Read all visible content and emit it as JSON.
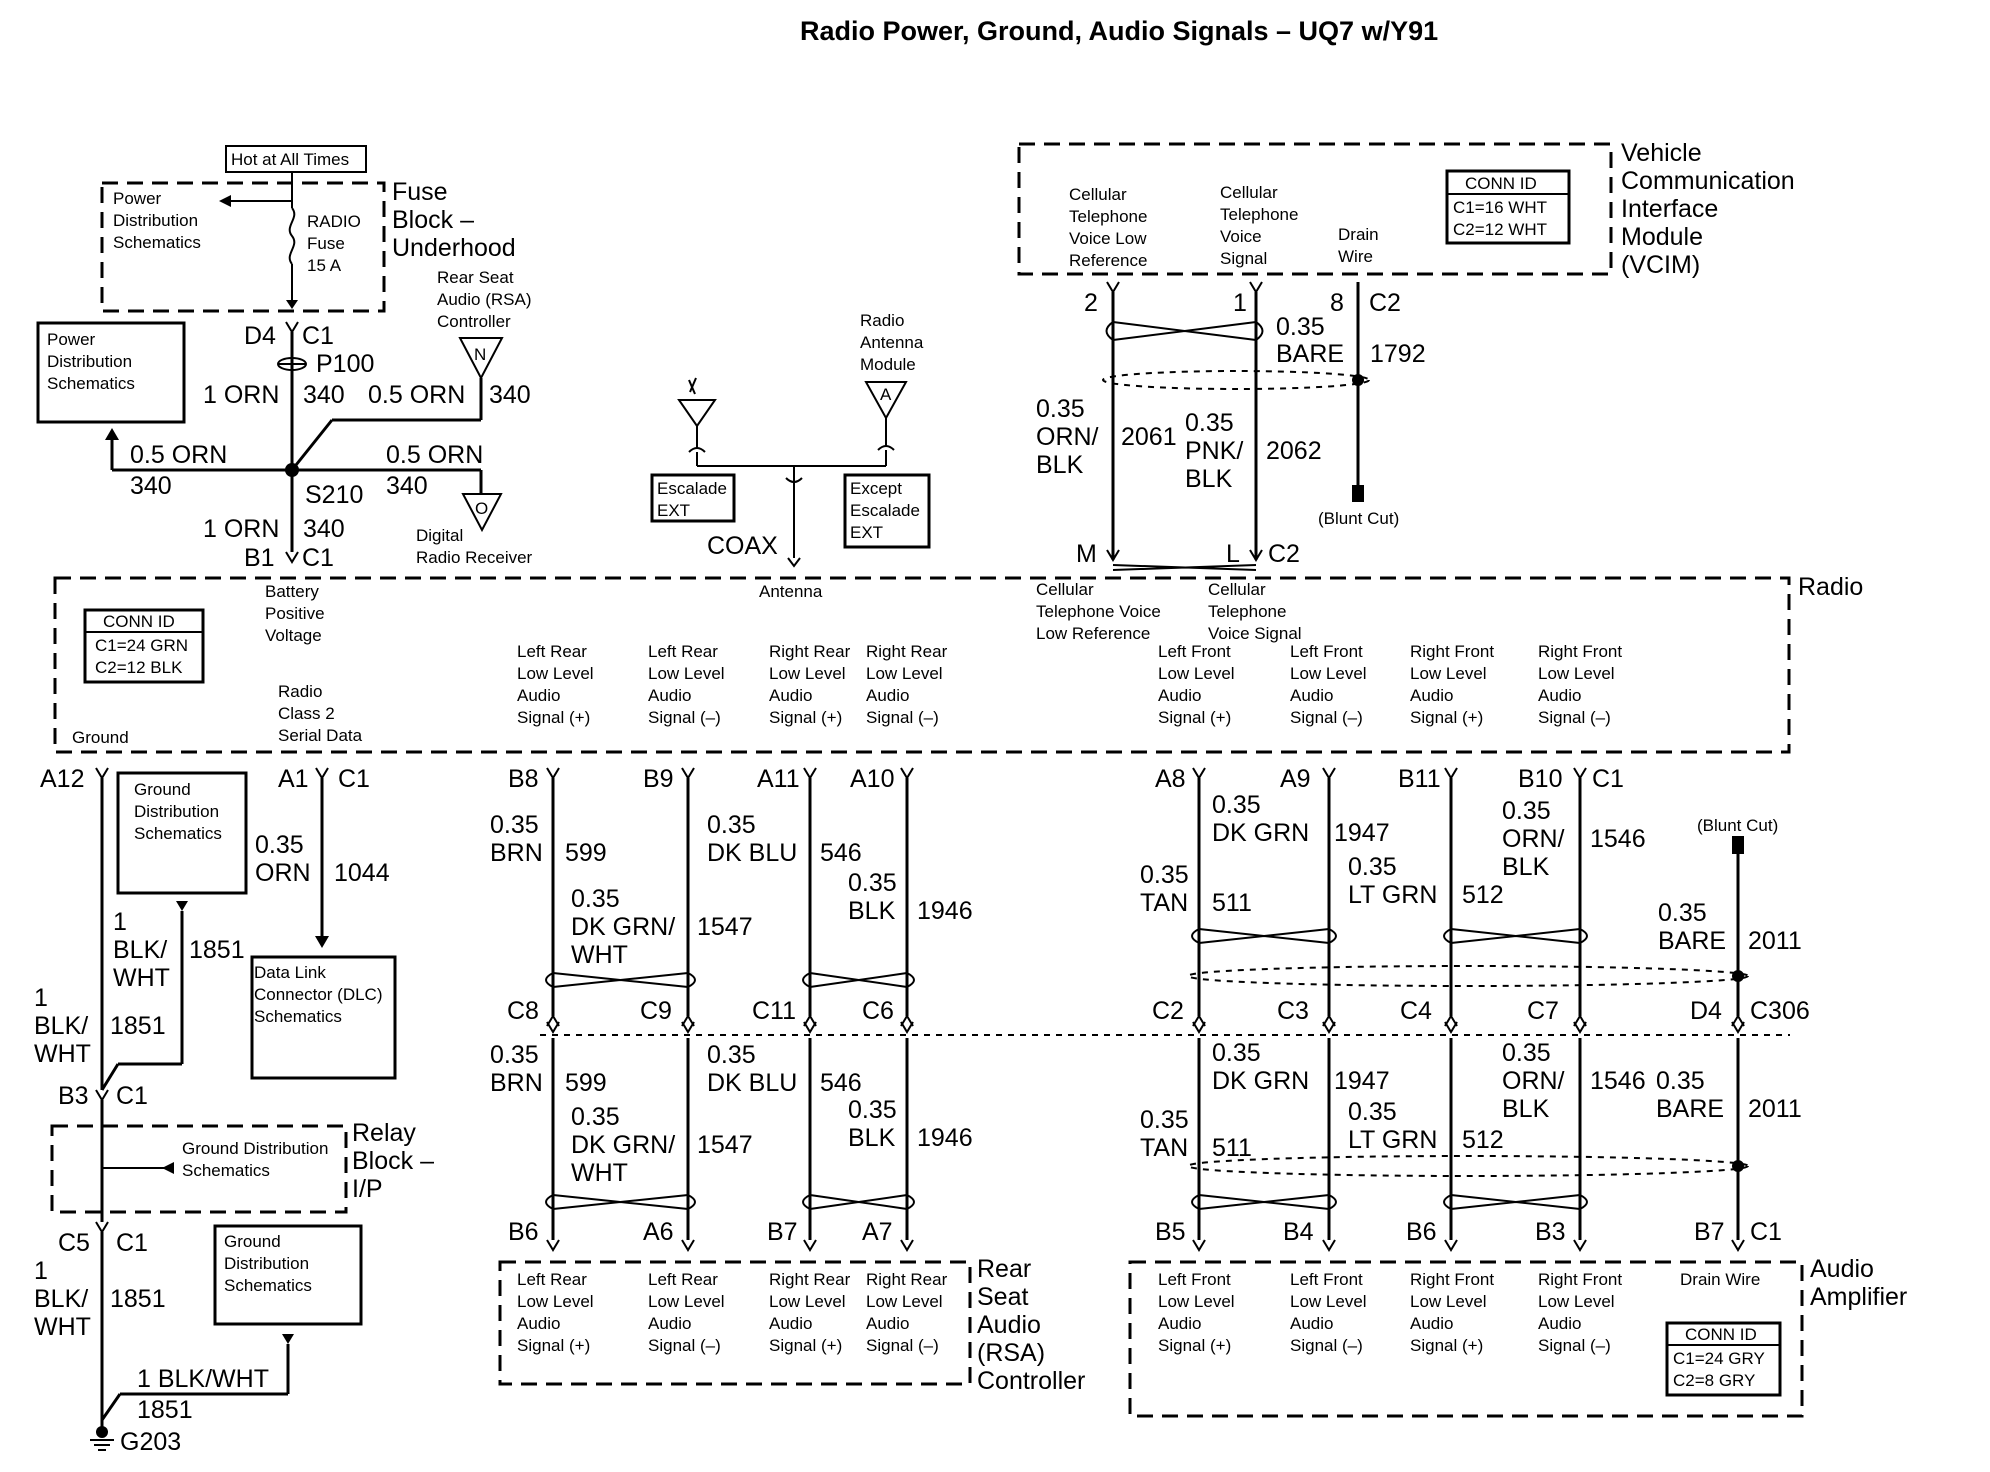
{
  "title": "Radio Power, Ground, Audio Signals – UQ7 w/Y91",
  "power": {
    "hot_label": "Hot at All Times",
    "fuse_pds": [
      "Power",
      "Distribution",
      "Schematics"
    ],
    "fuse_name": [
      "RADIO",
      "Fuse",
      "15 A"
    ],
    "fuse_block": [
      "Fuse",
      "Block –",
      "Underhood"
    ],
    "conn_top": [
      "D4",
      "C1"
    ],
    "p100": "P100",
    "pds_box": [
      "Power",
      "Distribution",
      "Schematics"
    ],
    "w_1orn_a": [
      "1 ORN",
      "340"
    ],
    "w_05orn_n": [
      "0.5 ORN",
      "340"
    ],
    "rsa_ctrl": [
      "Rear Seat",
      "Audio (RSA)",
      "Controller"
    ],
    "n_marker": "N",
    "o_marker": "O",
    "w_05orn_left": [
      "0.5 ORN",
      "340"
    ],
    "w_05orn_o": [
      "0.5 ORN",
      "340"
    ],
    "splice": "S210",
    "w_1orn_b": [
      "1 ORN",
      "340"
    ],
    "conn_bottom": [
      "B1",
      "C1"
    ],
    "drr": [
      "Digital",
      "Radio Receiver"
    ]
  },
  "antenna": {
    "escalade": [
      "Escalade",
      "EXT"
    ],
    "except": [
      "Except",
      "Escalade",
      "EXT"
    ],
    "module": [
      "Radio",
      "Antenna",
      "Module"
    ],
    "a_marker": "A",
    "coax": "COAX"
  },
  "vcim": {
    "labels": [
      [
        "Cellular",
        "Telephone",
        "Voice Low",
        "Reference"
      ],
      [
        "Cellular",
        "Telephone",
        "Voice",
        "Signal"
      ],
      [
        "Drain",
        "Wire"
      ]
    ],
    "conn_id": [
      "CONN ID",
      "C1=16 WHT",
      "C2=12 WHT"
    ],
    "name": [
      "Vehicle",
      "Communication",
      "Interface",
      "Module",
      "(VCIM)"
    ],
    "pins": [
      "2",
      "1",
      "8",
      "C2"
    ],
    "w_bare": [
      "0.35",
      "BARE",
      "1792"
    ],
    "w_2061": [
      "0.35",
      "ORN/",
      "BLK",
      "2061"
    ],
    "w_2062": [
      "0.35",
      "PNK/",
      "BLK",
      "2062"
    ],
    "blunt": "(Blunt Cut)",
    "radio_pins": [
      "M",
      "L",
      "C2"
    ]
  },
  "radio": {
    "name": "Radio",
    "conn_id": [
      "CONN ID",
      "C1=24 GRN",
      "C2=12 BLK"
    ],
    "bat": [
      "Battery",
      "Positive",
      "Voltage"
    ],
    "antenna": "Antenna",
    "cell_low": [
      "Cellular",
      "Telephone Voice",
      "Low Reference"
    ],
    "cell_sig": [
      "Cellular",
      "Telephone",
      "Voice Signal"
    ],
    "class2": [
      "Radio",
      "Class 2",
      "Serial Data"
    ],
    "ground": "Ground",
    "signals": [
      [
        "Left Rear",
        "Low Level",
        "Audio",
        "Signal (+)"
      ],
      [
        "Left Rear",
        "Low Level",
        "Audio",
        "Signal (–)"
      ],
      [
        "Right Rear",
        "Low Level",
        "Audio",
        "Signal (+)"
      ],
      [
        "Right Rear",
        "Low Level",
        "Audio",
        "Signal (–)"
      ],
      [
        "Left Front",
        "Low Level",
        "Audio",
        "Signal (+)"
      ],
      [
        "Left Front",
        "Low Level",
        "Audio",
        "Signal (–)"
      ],
      [
        "Right Front",
        "Low Level",
        "Audio",
        "Signal (+)"
      ],
      [
        "Right Front",
        "Low Level",
        "Audio",
        "Signal (–)"
      ]
    ]
  },
  "lower_left": {
    "a12": "A12",
    "gds1": [
      "Ground",
      "Distribution",
      "Schematics"
    ],
    "a1": [
      "A1",
      "C1"
    ],
    "w_1044": [
      "0.35",
      "ORN",
      "1044"
    ],
    "dlc": [
      "Data Link",
      "Connector (DLC)",
      "Schematics"
    ],
    "w_1851_a": [
      "1",
      "BLK/",
      "WHT",
      "1851"
    ],
    "w_1851_b": [
      "1",
      "BLK/",
      "WHT",
      "1851"
    ],
    "b3": [
      "B3",
      "C1"
    ],
    "relay_gds": [
      "Ground Distribution",
      "Schematics"
    ],
    "relay": [
      "Relay",
      "Block –",
      "I/P"
    ],
    "c5": [
      "C5",
      "C1"
    ],
    "w_1851_c": [
      "1",
      "BLK/",
      "WHT",
      "1851"
    ],
    "gds2": [
      "Ground",
      "Distribution",
      "Schematics"
    ],
    "w_1851_d": [
      "1 BLK/WHT",
      "1851"
    ],
    "g203": "G203"
  },
  "rear": {
    "radio_pins": [
      "B8",
      "B9",
      "A11",
      "A10"
    ],
    "upper_wires": [
      [
        "0.35",
        "BRN",
        "599"
      ],
      [
        "0.35",
        "DK GRN/",
        "WHT",
        "1547"
      ],
      [
        "0.35",
        "DK BLU",
        "546"
      ],
      [
        "0.35",
        "BLK",
        "1946"
      ]
    ],
    "inline_pins": [
      "C8",
      "C9",
      "C11",
      "C6"
    ],
    "lower_wires": [
      [
        "0.35",
        "BRN",
        "599"
      ],
      [
        "0.35",
        "DK GRN/",
        "WHT",
        "1547"
      ],
      [
        "0.35",
        "DK BLU",
        "546"
      ],
      [
        "0.35",
        "BLK",
        "1946"
      ]
    ],
    "rsa_pins": [
      "B6",
      "A6",
      "B7",
      "A7"
    ],
    "rsa_name": [
      "Rear",
      "Seat",
      "Audio",
      "(RSA)",
      "Controller"
    ]
  },
  "front": {
    "radio_pins": [
      "A8",
      "A9",
      "B11",
      "B10",
      "C1"
    ],
    "upper_wires": [
      [
        "0.35",
        "TAN",
        "511"
      ],
      [
        "0.35",
        "DK GRN",
        "1947"
      ],
      [
        "0.35",
        "LT GRN",
        "512"
      ],
      [
        "0.35",
        "ORN/",
        "BLK",
        "1546"
      ],
      [
        "0.35",
        "BARE",
        "2011"
      ]
    ],
    "blunt": "(Blunt Cut)",
    "inline_pins": [
      "C2",
      "C3",
      "C4",
      "C7",
      "D4",
      "C306"
    ],
    "lower_wires": [
      [
        "0.35",
        "TAN",
        "511"
      ],
      [
        "0.35",
        "DK GRN",
        "1947"
      ],
      [
        "0.35",
        "LT GRN",
        "512"
      ],
      [
        "0.35",
        "ORN/",
        "BLK",
        "1546"
      ],
      [
        "0.35",
        "BARE",
        "2011"
      ]
    ],
    "amp_pins": [
      "B5",
      "B4",
      "B6",
      "B3",
      "B7",
      "C1"
    ],
    "amp_name": [
      "Audio",
      "Amplifier"
    ],
    "amp_signals": [
      [
        "Left Front",
        "Low Level",
        "Audio",
        "Signal (+)"
      ],
      [
        "Left Front",
        "Low Level",
        "Audio",
        "Signal (–)"
      ],
      [
        "Right Front",
        "Low Level",
        "Audio",
        "Signal (+)"
      ],
      [
        "Right Front",
        "Low Level",
        "Audio",
        "Signal (–)"
      ]
    ],
    "drain": "Drain Wire",
    "amp_conn": [
      "CONN ID",
      "C1=24 GRY",
      "C2=8 GRY"
    ]
  },
  "rsa_signals": [
    [
      "Left Rear",
      "Low Level",
      "Audio",
      "Signal (+)"
    ],
    [
      "Left Rear",
      "Low Level",
      "Audio",
      "Signal (–)"
    ],
    [
      "Right Rear",
      "Low Level",
      "Audio",
      "Signal (+)"
    ],
    [
      "Right Rear",
      "Low Level",
      "Audio",
      "Signal (–)"
    ]
  ]
}
